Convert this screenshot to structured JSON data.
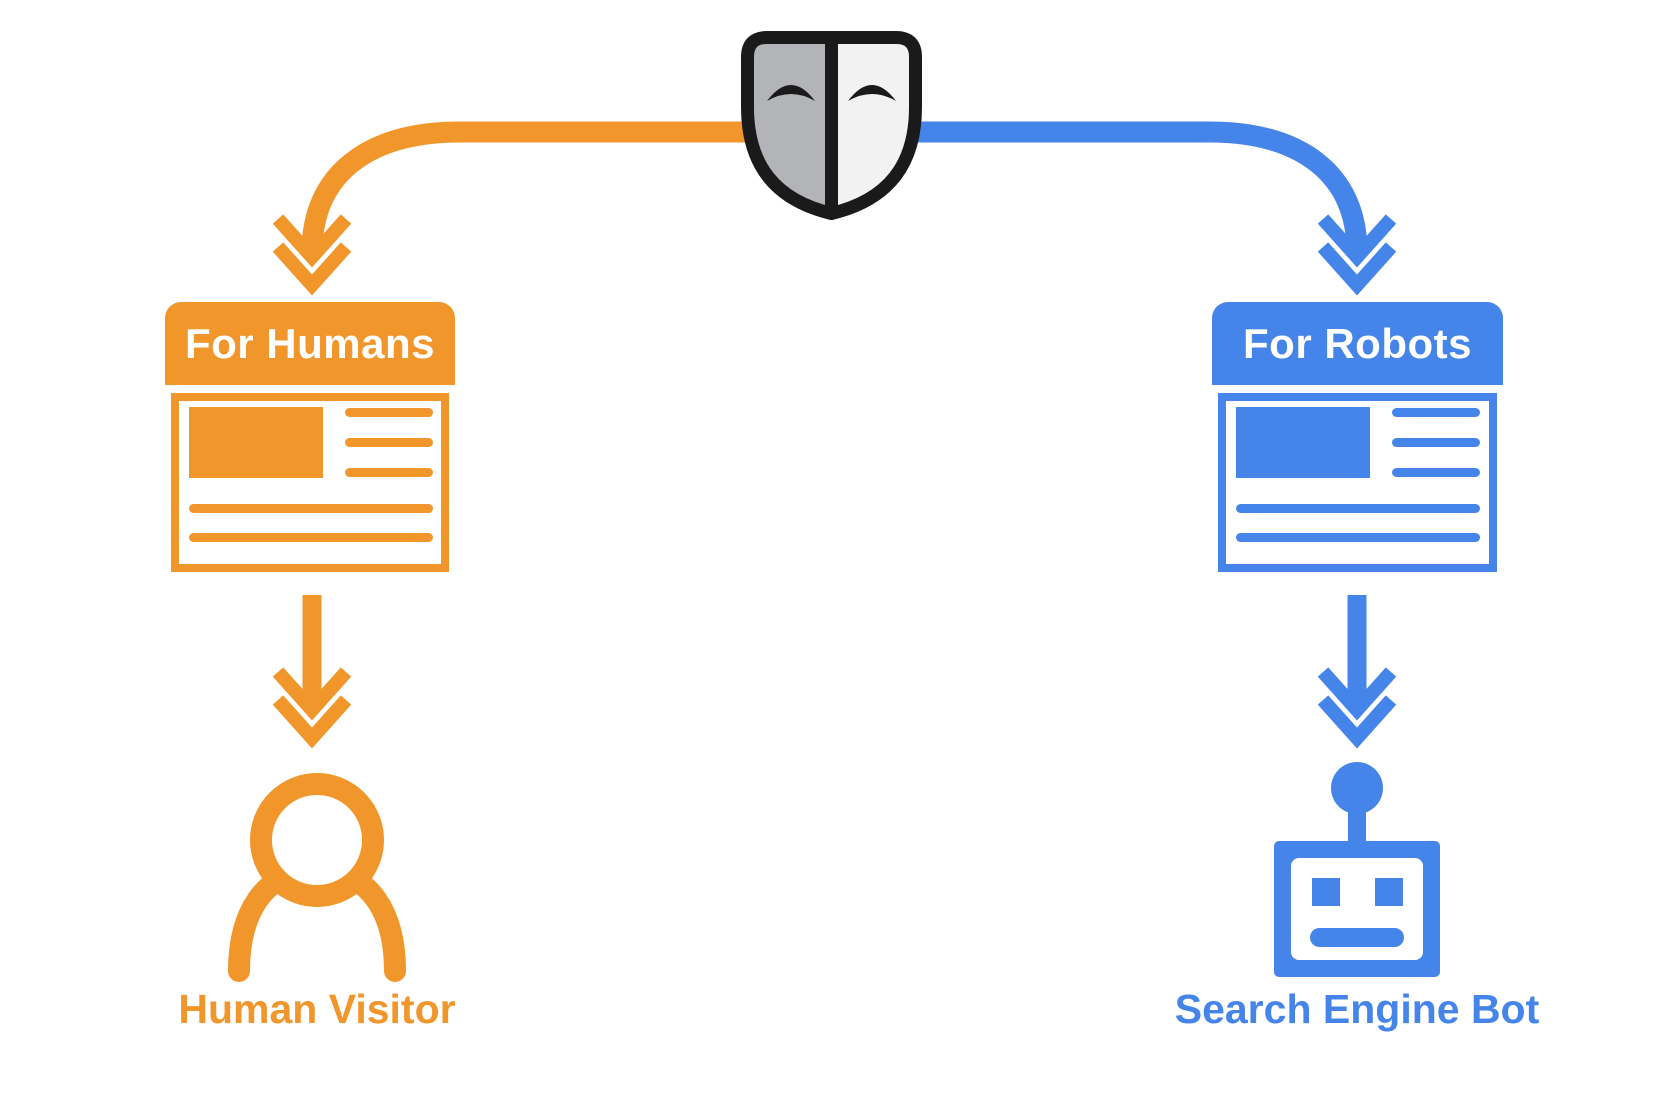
{
  "colors": {
    "human_accent": "#F0962B",
    "robot_accent": "#4584E8",
    "mask_outline": "#1A1A1A",
    "mask_left_half": "#B2B4B7",
    "mask_right_half": "#F2F2F3",
    "background": "#FFFFFF",
    "card_text": "#FFFFFF"
  },
  "mask": {
    "icon": "mask-icon"
  },
  "branches": [
    {
      "card_label": "For Humans",
      "target_label": "Human Visitor",
      "card_icon": "webpage-mock-icon",
      "target_icon": "person-icon",
      "arrow_icon": "curved-arrow-double-chevron",
      "color": "#F0962B"
    },
    {
      "card_label": "For Robots",
      "target_label": "Search Engine Bot",
      "card_icon": "webpage-mock-icon",
      "target_icon": "robot-icon",
      "arrow_icon": "curved-arrow-double-chevron",
      "color": "#4584E8"
    }
  ]
}
